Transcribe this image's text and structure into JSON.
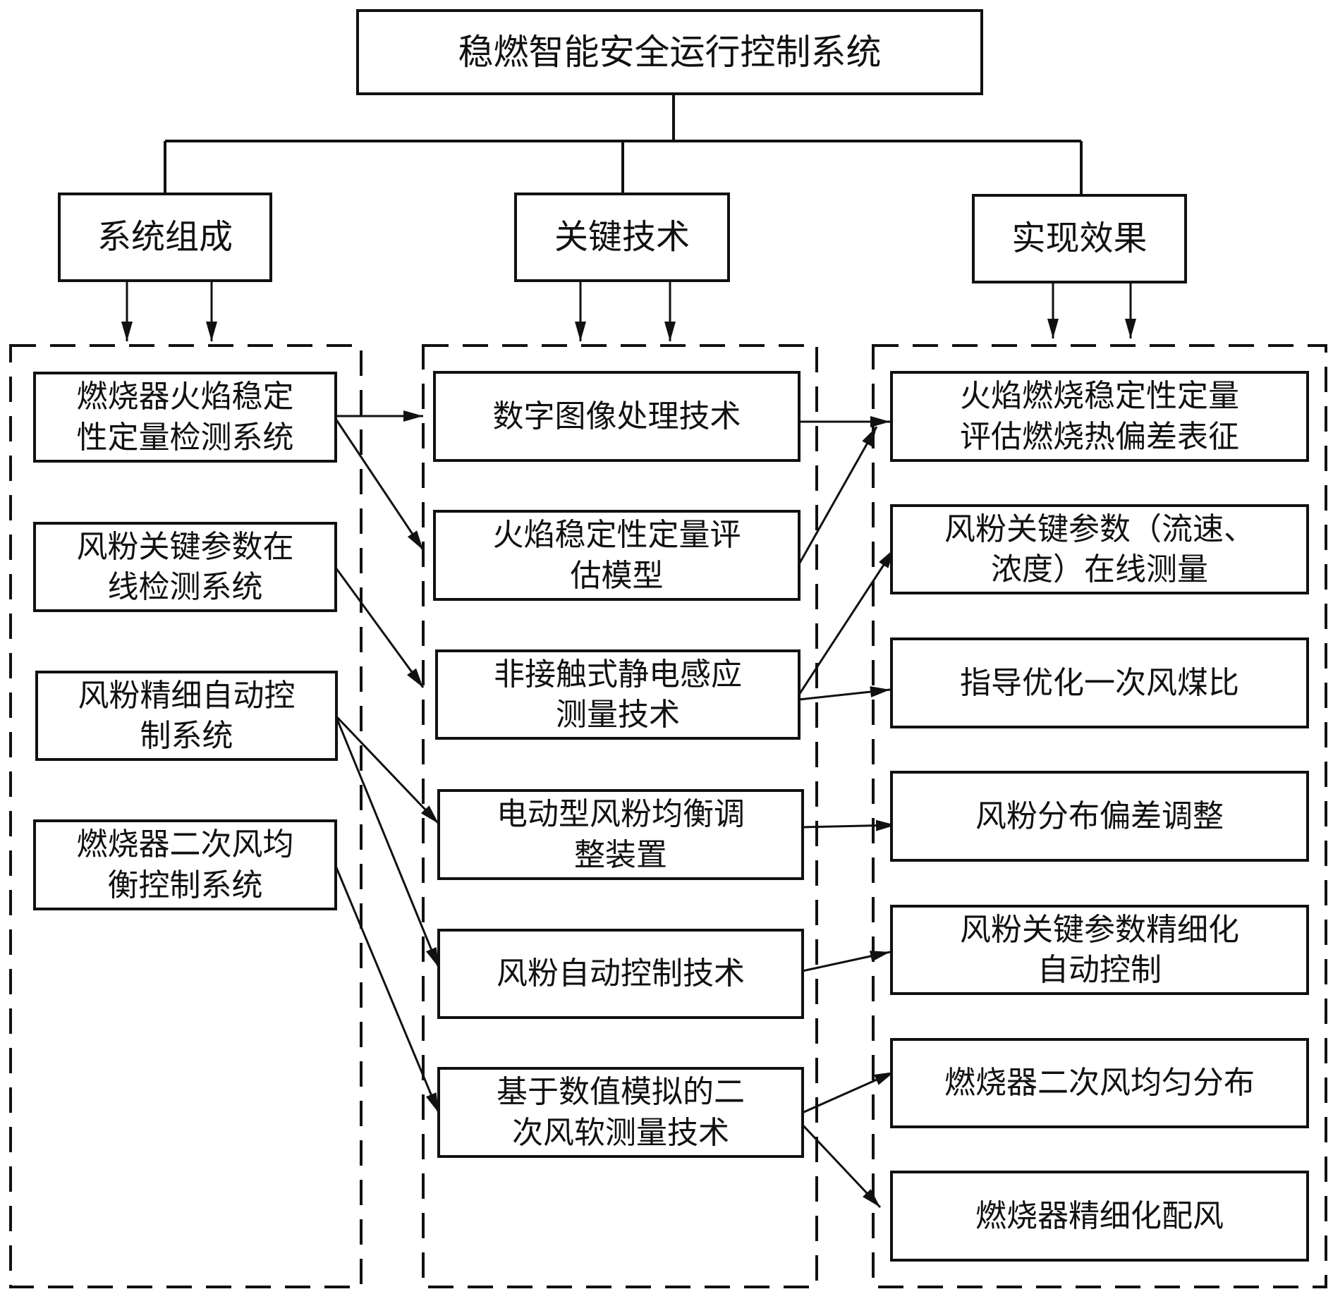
{
  "root": {
    "title": "稳燃智能安全运行控制系统"
  },
  "headers": {
    "composition": "系统组成",
    "key_tech": "关键技术",
    "effect": "实现效果"
  },
  "composition_items": [
    {
      "line1": "燃烧器火焰稳定",
      "line2": "性定量检测系统"
    },
    {
      "line1": "风粉关键参数在",
      "line2": "线检测系统"
    },
    {
      "line1": "风粉精细自动控",
      "line2": "制系统"
    },
    {
      "line1": "燃烧器二次风均",
      "line2": "衡控制系统"
    }
  ],
  "tech_items": [
    {
      "line1": "数字图像处理技术",
      "line2": ""
    },
    {
      "line1": "火焰稳定性定量评",
      "line2": "估模型"
    },
    {
      "line1": "非接触式静电感应",
      "line2": "测量技术"
    },
    {
      "line1": "电动型风粉均衡调",
      "line2": "整装置"
    },
    {
      "line1": "风粉自动控制技术",
      "line2": ""
    },
    {
      "line1": "基于数值模拟的二",
      "line2": "次风软测量技术"
    }
  ],
  "effect_items": [
    {
      "line1": "火焰燃烧稳定性定量",
      "line2": "评估燃烧热偏差表征"
    },
    {
      "line1": "风粉关键参数（流速、",
      "line2": "浓度）在线测量"
    },
    {
      "line1": "指导优化一次风煤比",
      "line2": ""
    },
    {
      "line1": "风粉分布偏差调整",
      "line2": ""
    },
    {
      "line1": "风粉关键参数精细化",
      "line2": "自动控制"
    },
    {
      "line1": "燃烧器二次风均匀分布",
      "line2": ""
    },
    {
      "line1": "燃烧器精细化配风",
      "line2": ""
    }
  ]
}
